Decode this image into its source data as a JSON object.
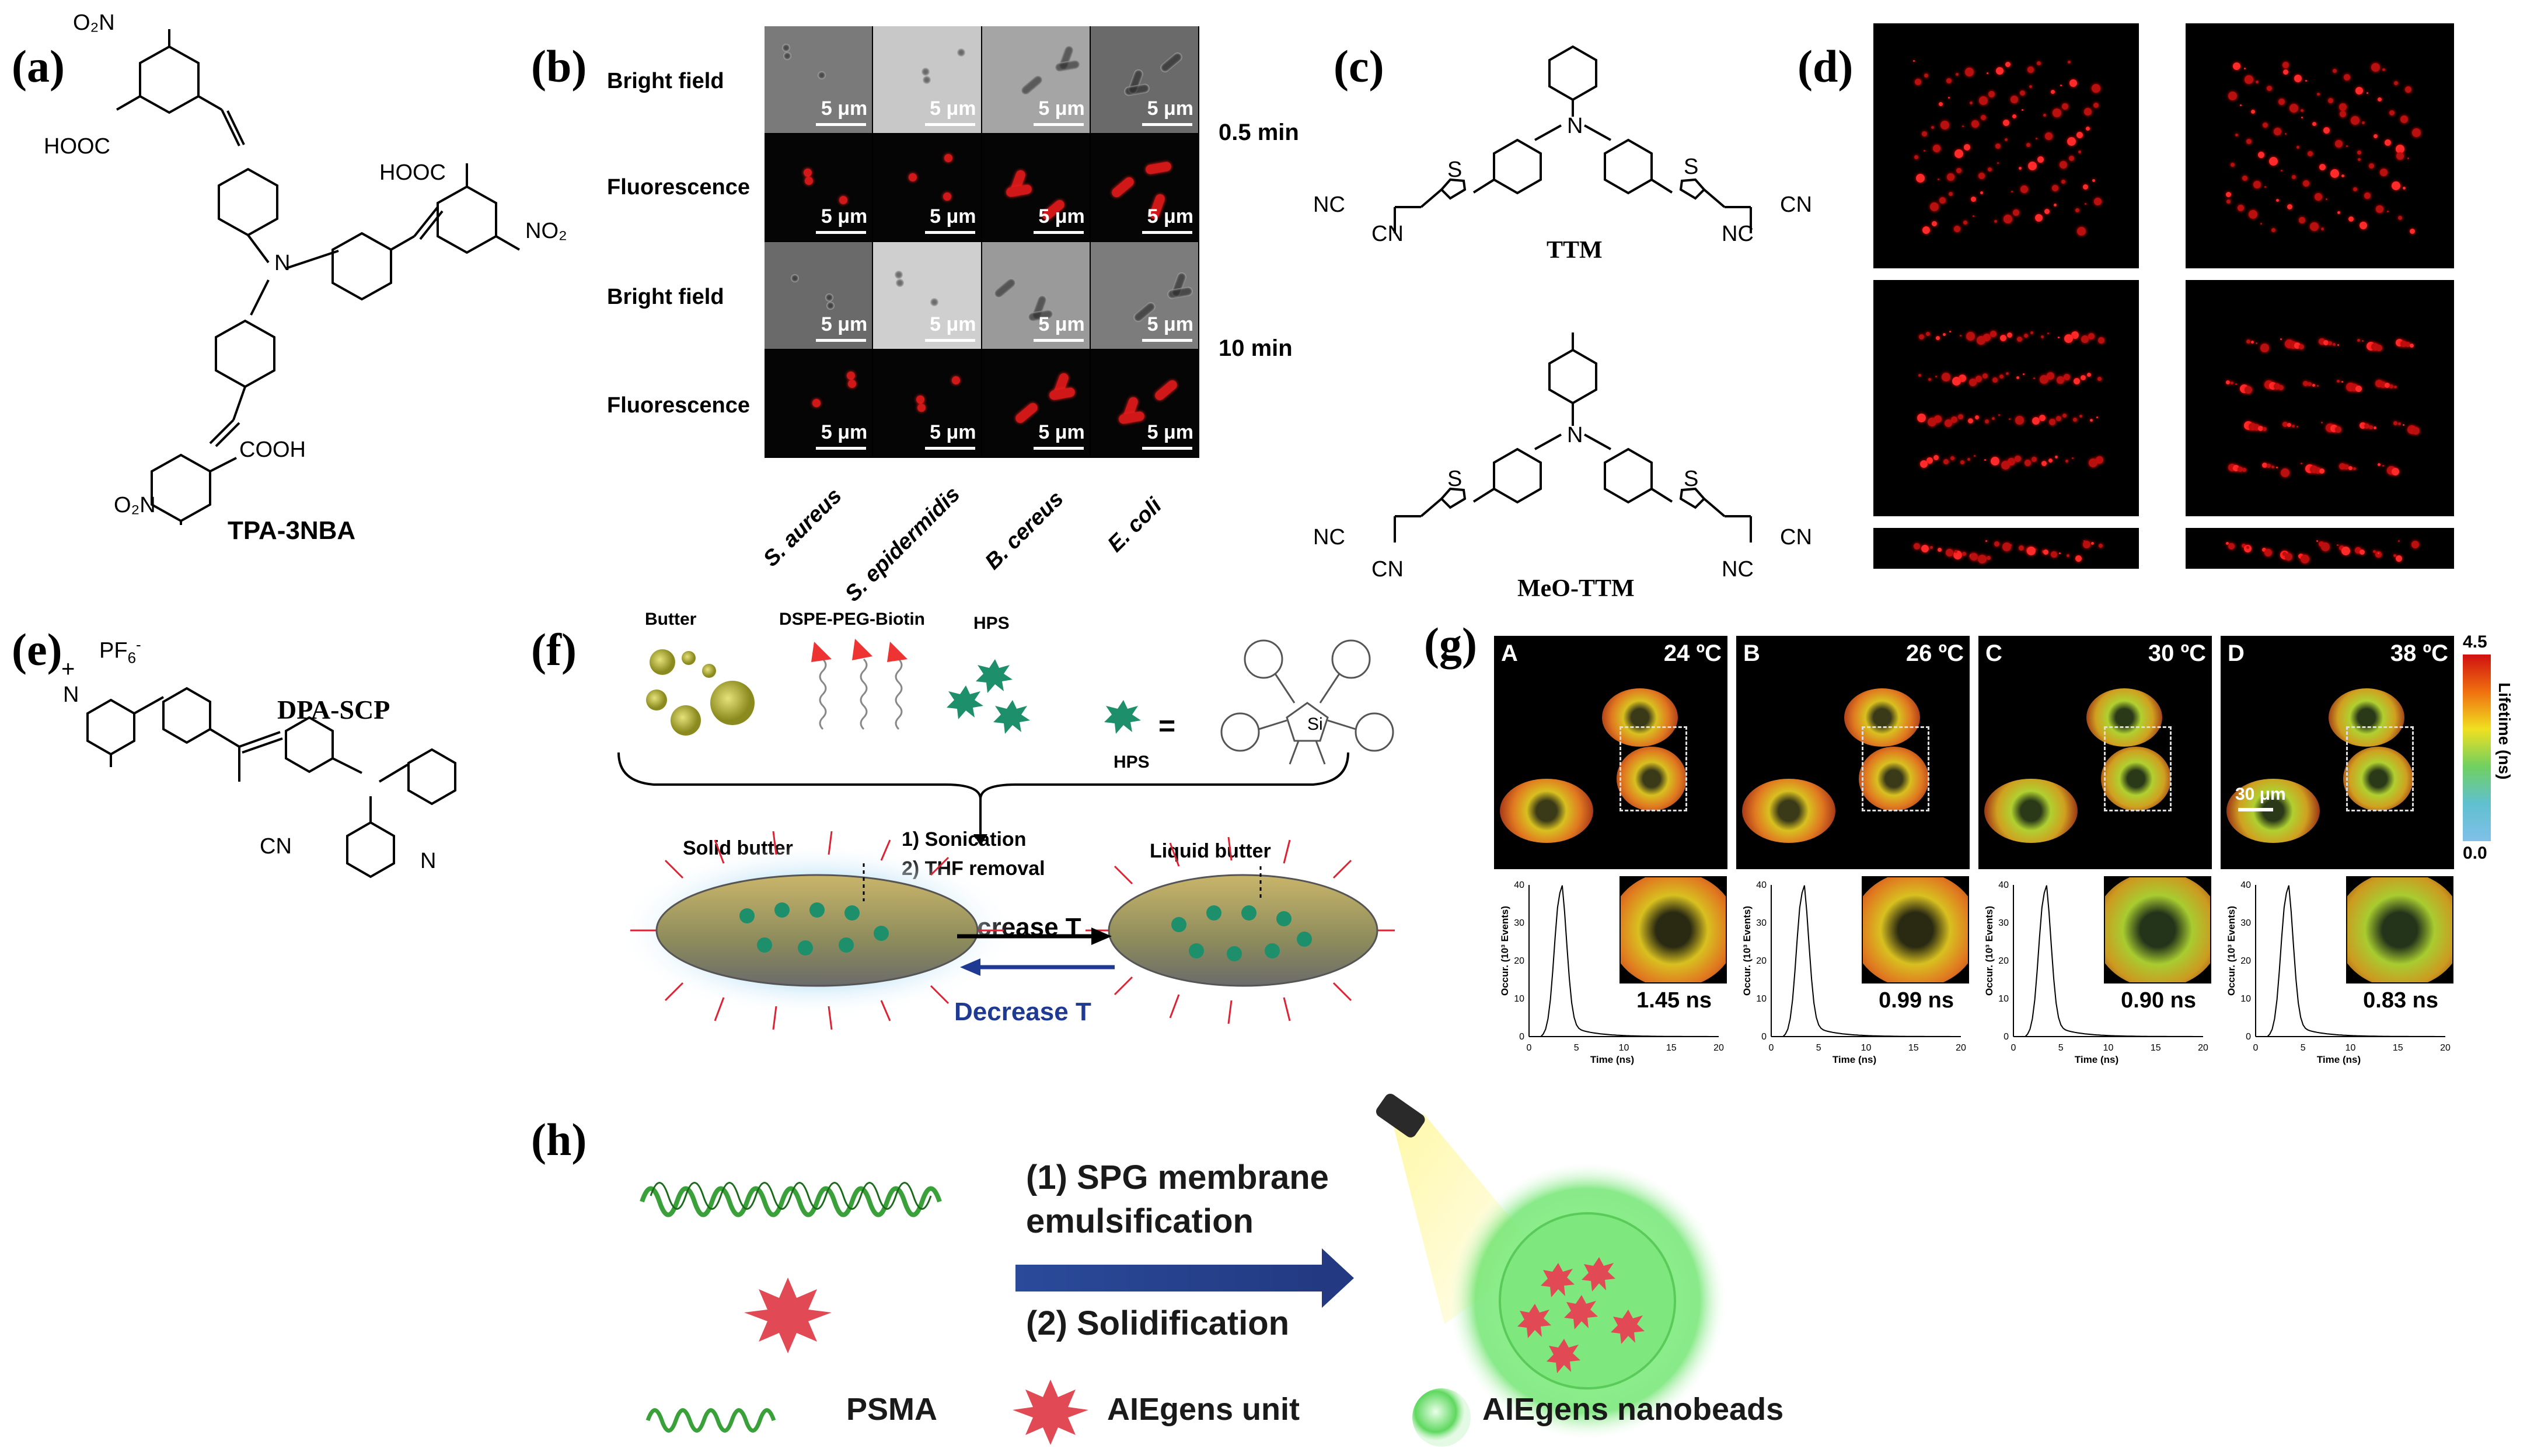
{
  "panels": {
    "a": {
      "label": "(a)",
      "compound": "TPA-3NBA",
      "groups": {
        "no2_top": "O₂N",
        "hooc_left": "HOOC",
        "hooc_right": "HOOC",
        "no2_right": "NO₂",
        "cooh_bottom": "COOH",
        "no2_bottom": "O₂N",
        "n_center": "N"
      }
    },
    "b": {
      "label": "(b)",
      "rows": [
        "Bright field",
        "Fluorescence",
        "Bright field",
        "Fluorescence"
      ],
      "times": [
        "0.5 min",
        "10 min"
      ],
      "scale": "5 μm",
      "species": [
        "S. aureus",
        "S. epidermidis",
        "B. cereus",
        "E. coli"
      ]
    },
    "c": {
      "label": "(c)",
      "compound1": "TTM",
      "compound2": "MeO-TTM",
      "groups": {
        "nc": "NC",
        "cn": "CN",
        "s": "S",
        "n": "N"
      }
    },
    "d": {
      "label": "(d)"
    },
    "e": {
      "label": "(e)",
      "compound": "DPA-SCP",
      "groups": {
        "pf6": "PF",
        "pf6_sub": "6",
        "pf6_sup": "-",
        "n_plus": "N",
        "plus": "+",
        "cn": "CN",
        "n": "N"
      }
    },
    "f": {
      "label": "(f)",
      "components": [
        "Butter",
        "DSPE-PEG-Biotin",
        "HPS"
      ],
      "hps_label": "HPS",
      "equals": "=",
      "si": "Si",
      "steps": [
        "1) Sonication",
        "2) THF removal"
      ],
      "solid": "Solid butter",
      "liquid": "Liquid butter",
      "increase": "Increase T",
      "decrease": "Decrease T"
    },
    "g": {
      "label": "(g)",
      "frames": [
        {
          "letter": "A",
          "temp": "24 ºC",
          "lifetime": "1.45 ns"
        },
        {
          "letter": "B",
          "temp": "26 ºC",
          "lifetime": "0.99 ns"
        },
        {
          "letter": "C",
          "temp": "30 ºC",
          "lifetime": "0.90 ns"
        },
        {
          "letter": "D",
          "temp": "38 ºC",
          "lifetime": "0.83 ns"
        }
      ],
      "scale": "30 μm",
      "colorbar": {
        "max": "4.5",
        "min": "0.0",
        "title": "Lifetime (ns)"
      },
      "hist_xlabel": "Time (ns)",
      "hist_ylabel": "Occur. (10³ Events)",
      "hist_xticks": [
        "0",
        "5",
        "10",
        "15",
        "20"
      ],
      "hist_yticks": [
        "0",
        "10",
        "20",
        "30",
        "40"
      ]
    },
    "h": {
      "label": "(h)",
      "step1_line1": "(1) SPG membrane",
      "step1_line2": "emulsification",
      "step2": "(2) Solidification",
      "legend": [
        "PSMA",
        "AIEgens unit",
        "AIEgens nanobeads"
      ]
    }
  },
  "colors": {
    "accent_blue": "#1f3a93",
    "psma_green": "#3aa13a",
    "aie_red": "#e14a55",
    "bead_green": "#7cf07c"
  }
}
